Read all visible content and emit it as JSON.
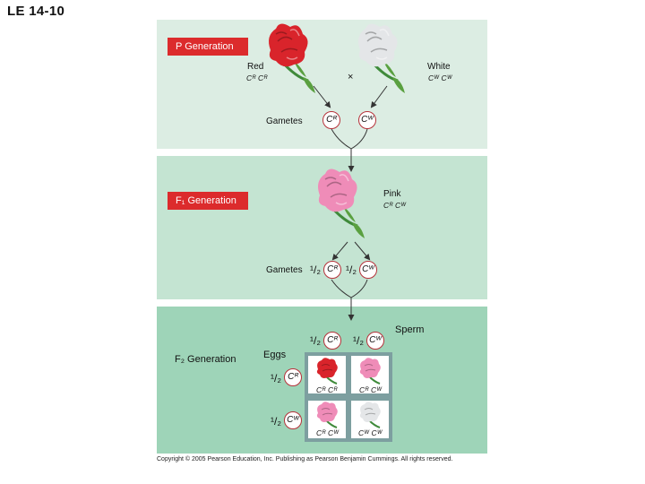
{
  "title": "LE 14-10",
  "p_generation": {
    "label": "P Generation",
    "red": {
      "label": "Red",
      "genotype": "Cᴿ Cᴿ"
    },
    "white": {
      "label": "White",
      "genotype": "Cᵂ Cᵂ"
    },
    "cross_symbol": "×",
    "gametes_label": "Gametes",
    "gamete_red": "Cᴿ",
    "gamete_white": "Cᵂ"
  },
  "f1_generation": {
    "label": "F₁ Generation",
    "pink": {
      "label": "Pink",
      "genotype": "Cᴿ Cᵂ"
    },
    "gametes_label": "Gametes",
    "fraction_1": "¹/₂",
    "gamete_1": "Cᴿ",
    "fraction_2": "¹/₂",
    "gamete_2": "Cᵂ"
  },
  "f2_generation": {
    "label": "F₂ Generation",
    "sperm_label": "Sperm",
    "eggs_label": "Eggs",
    "sperm": [
      {
        "fraction": "¹/₂",
        "allele": "Cᴿ"
      },
      {
        "fraction": "¹/₂",
        "allele": "Cᵂ"
      }
    ],
    "eggs": [
      {
        "fraction": "¹/₂",
        "allele": "Cᴿ"
      },
      {
        "fraction": "¹/₂",
        "allele": "Cᵂ"
      }
    ],
    "punnett": [
      {
        "genotype": "Cᴿ Cᴿ",
        "color": "red"
      },
      {
        "genotype": "Cᴿ Cᵂ",
        "color": "pink"
      },
      {
        "genotype": "Cᴿ Cᵂ",
        "color": "pink"
      },
      {
        "genotype": "Cᵂ Cᵂ",
        "color": "white"
      }
    ]
  },
  "colors": {
    "red_flower": "#d9242b",
    "pink_flower": "#ef8cb8",
    "white_flower": "#e4e6e8",
    "label_bg": "#dc2b2c",
    "circle_border": "#b6323a"
  },
  "copyright": "Copyright © 2005 Pearson Education, Inc. Publishing as Pearson Benjamin Cummings. All rights reserved."
}
